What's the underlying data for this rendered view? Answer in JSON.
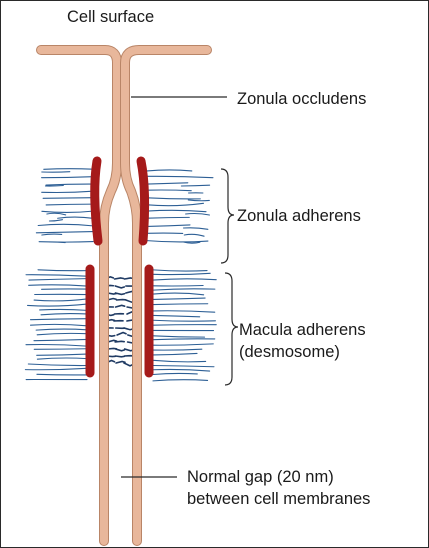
{
  "title": "Cell surface",
  "labels": {
    "zonula_occludens": "Zonula occludens",
    "zonula_adherens": "Zonula adherens",
    "macula_adherens_line1": "Macula adherens",
    "macula_adherens_line2": "(desmosome)",
    "normal_gap_line1": "Normal gap (20 nm)",
    "normal_gap_line2": "between cell membranes"
  },
  "colors": {
    "membrane": "#e8b79b",
    "membrane_edge": "#b98567",
    "plaque": "#a51a1a",
    "filament": "#2d5f95",
    "linker": "#1f3a63",
    "line": "#2a2a2a"
  }
}
